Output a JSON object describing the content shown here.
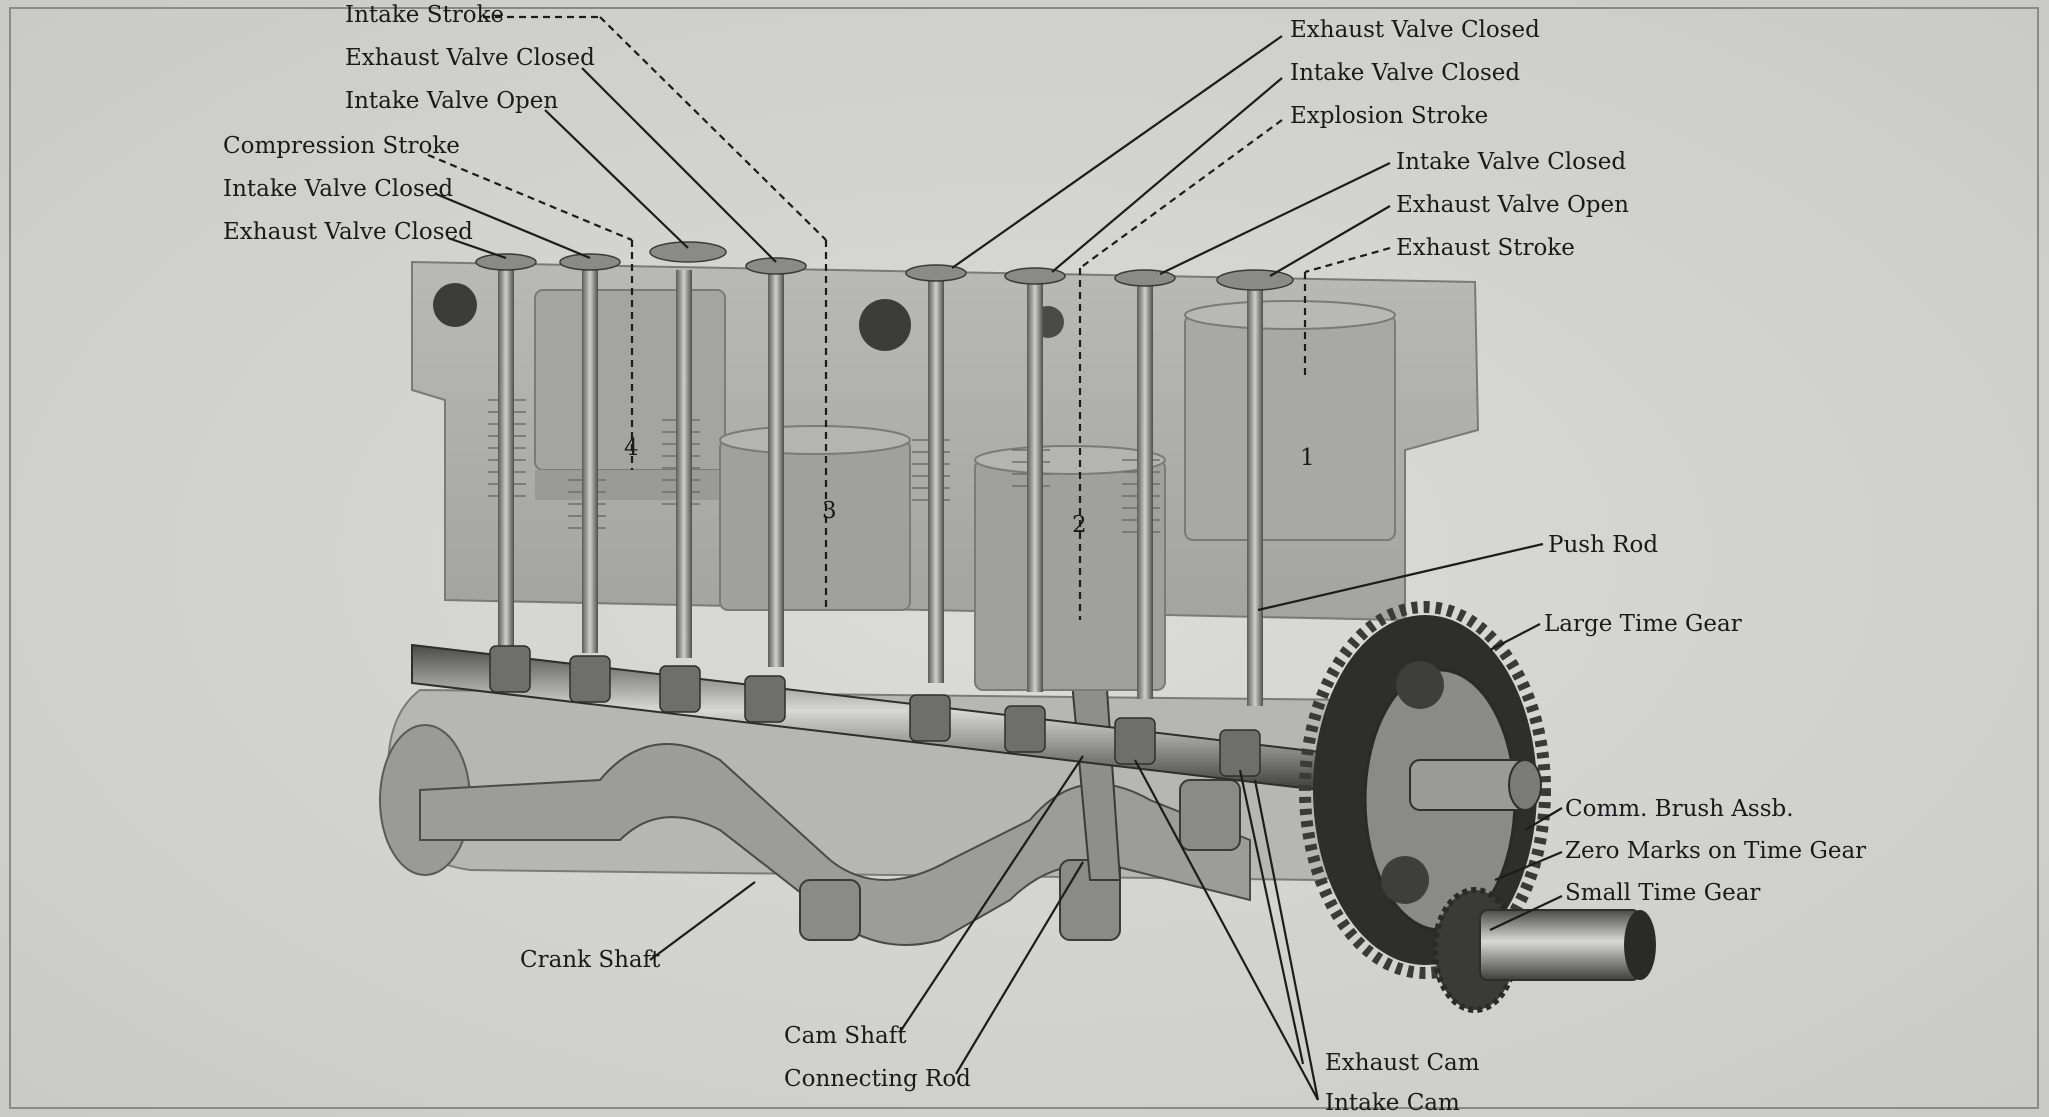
{
  "labels": {
    "intake_stroke_top": "Intake Stroke",
    "exhaust_valve_closed_l": "Exhaust Valve Closed",
    "intake_valve_open_l": "Intake Valve Open",
    "compression_stroke": "Compression Stroke",
    "intake_valve_closed_l": "Intake Valve Closed",
    "exhaust_valve_closed_l2": "Exhaust Valve Closed",
    "exhaust_valve_closed_r": "Exhaust Valve Closed",
    "intake_valve_closed_r": "Intake Valve Closed",
    "explosion_stroke": "Explosion Stroke",
    "intake_valve_closed_r2": "Intake Valve Closed",
    "exhaust_valve_open": "Exhaust Valve Open",
    "exhaust_stroke": "Exhaust Stroke",
    "push_rod": "Push Rod",
    "large_time_gear": "Large Time Gear",
    "comm_brush_assb": "Comm. Brush Assb.",
    "zero_marks": "Zero Marks on Time Gear",
    "small_time_gear": "Small Time Gear",
    "crank_shaft": "Crank Shaft",
    "cam_shaft": "Cam Shaft",
    "connecting_rod": "Connecting Rod",
    "exhaust_cam": "Exhaust Cam",
    "intake_cam": "Intake Cam"
  },
  "cylinder_numbers": [
    "4",
    "3",
    "2",
    "1"
  ],
  "colors": {
    "paper": "#d6d6d4",
    "ink": "#1c1c1c",
    "metal_light": "#c4c4c0",
    "metal_dark": "#6a6a66"
  }
}
